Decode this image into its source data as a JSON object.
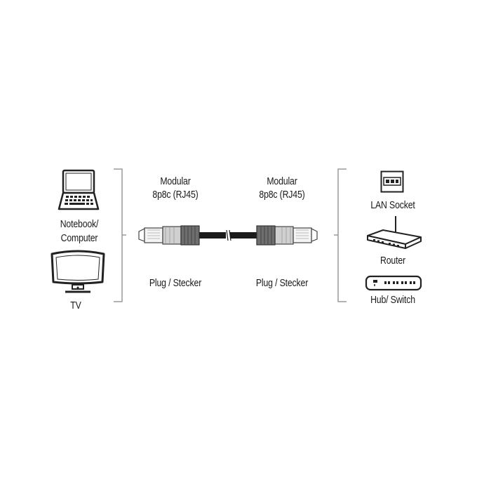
{
  "left_devices": {
    "notebook_label_line1": "Notebook/",
    "notebook_label_line2": "Computer",
    "tv_label": "TV"
  },
  "cable": {
    "left_connector_line1": "Modular",
    "left_connector_line2": "8p8c (RJ45)",
    "right_connector_line1": "Modular",
    "right_connector_line2": "8p8c (RJ45)",
    "left_plug_label": "Plug / Stecker",
    "right_plug_label": "Plug / Stecker"
  },
  "right_devices": {
    "lan_socket_label": "LAN Socket",
    "router_label": "Router",
    "hub_switch_label": "Hub/ Switch"
  },
  "colors": {
    "line": "#222222",
    "bracket": "#9a9a9a",
    "plug_body": "#bdbdbd",
    "boot": "#6e6e6e"
  }
}
